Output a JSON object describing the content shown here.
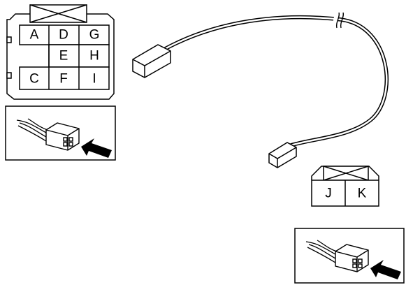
{
  "connector_main": {
    "pins": [
      {
        "id": "A",
        "label": "A"
      },
      {
        "id": "D",
        "label": "D"
      },
      {
        "id": "G",
        "label": "G"
      },
      {
        "id": "E",
        "label": "E"
      },
      {
        "id": "H",
        "label": "H"
      },
      {
        "id": "C",
        "label": "C"
      },
      {
        "id": "F",
        "label": "F"
      },
      {
        "id": "I",
        "label": "I"
      }
    ]
  },
  "connector_small": {
    "pins": [
      {
        "id": "J",
        "label": "J"
      },
      {
        "id": "K",
        "label": "K"
      }
    ]
  },
  "icons": {
    "view_hint": "connector-view-arrow-icon",
    "harness": "wire-harness-icon"
  },
  "colors": {
    "stroke": "#000000",
    "background": "#ffffff"
  }
}
